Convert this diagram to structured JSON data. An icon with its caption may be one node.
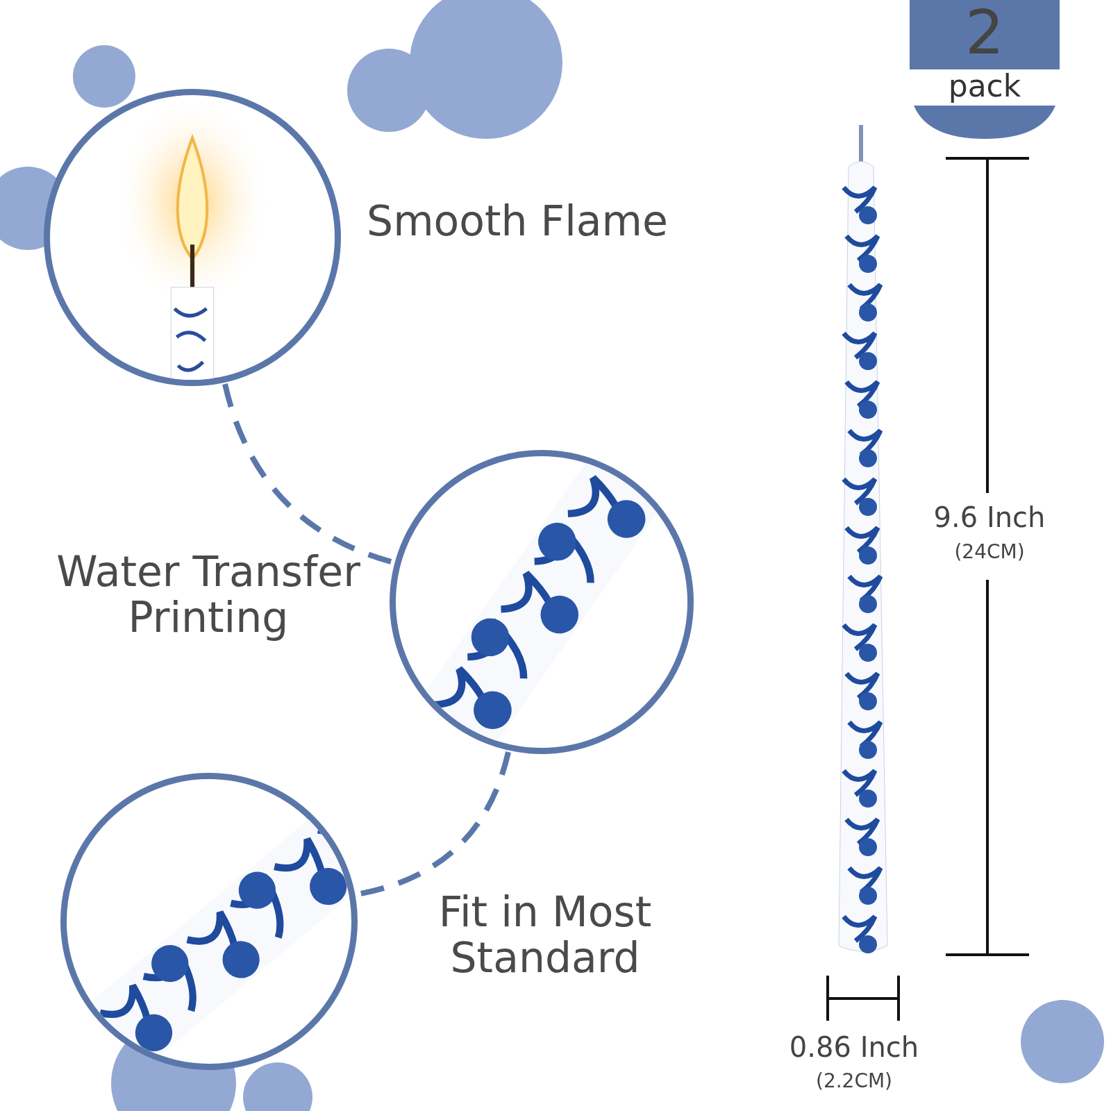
{
  "diagram": {
    "nodes": [
      {
        "text": [],
        "shape": "picture",
        "beside": [
          "Smooth Flame"
        ]
      },
      {
        "text": [],
        "shape": "picture",
        "beside": [
          "Water Transfer Printing"
        ]
      },
      {
        "text": [],
        "shape": "picture",
        "beside": [
          "Fit in Most Standard"
        ]
      }
    ],
    "edges": [
      {
        "from": 0,
        "to": 1,
        "arrow": "none",
        "style": "dashed"
      },
      {
        "from": 1,
        "to": 2,
        "arrow": "none",
        "style": "dashed"
      }
    ],
    "labels": [
      "2",
      "pack",
      "9.6 Inch",
      "(24CM)",
      "0.86 Inch",
      "(2.2CM)"
    ]
  }
}
